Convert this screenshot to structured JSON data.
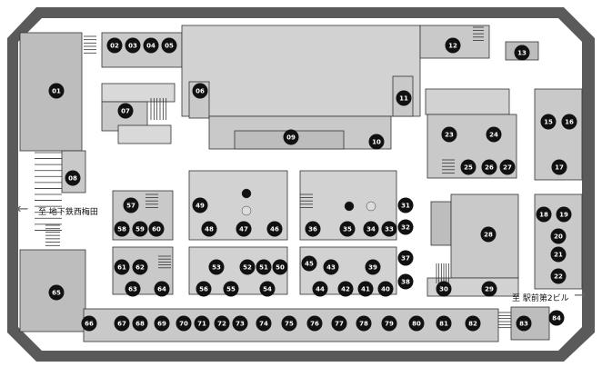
{
  "exits": {
    "left_label": "至 地下鉄西梅田",
    "right_label": "至 駅前第2ビル"
  },
  "shops": [
    {
      "id": "01"
    },
    {
      "id": "02"
    },
    {
      "id": "03"
    },
    {
      "id": "04"
    },
    {
      "id": "05"
    },
    {
      "id": "06"
    },
    {
      "id": "07"
    },
    {
      "id": "08"
    },
    {
      "id": "09"
    },
    {
      "id": "10"
    },
    {
      "id": "11"
    },
    {
      "id": "12"
    },
    {
      "id": "13"
    },
    {
      "id": "15"
    },
    {
      "id": "16"
    },
    {
      "id": "17"
    },
    {
      "id": "18"
    },
    {
      "id": "19"
    },
    {
      "id": "20"
    },
    {
      "id": "21"
    },
    {
      "id": "22"
    },
    {
      "id": "23"
    },
    {
      "id": "24"
    },
    {
      "id": "25"
    },
    {
      "id": "26"
    },
    {
      "id": "27"
    },
    {
      "id": "28"
    },
    {
      "id": "29"
    },
    {
      "id": "30"
    },
    {
      "id": "31"
    },
    {
      "id": "32"
    },
    {
      "id": "33"
    },
    {
      "id": "34"
    },
    {
      "id": "35"
    },
    {
      "id": "36"
    },
    {
      "id": "37"
    },
    {
      "id": "38"
    },
    {
      "id": "39"
    },
    {
      "id": "40"
    },
    {
      "id": "41"
    },
    {
      "id": "42"
    },
    {
      "id": "43"
    },
    {
      "id": "44"
    },
    {
      "id": "45"
    },
    {
      "id": "46"
    },
    {
      "id": "47"
    },
    {
      "id": "48"
    },
    {
      "id": "49"
    },
    {
      "id": "50"
    },
    {
      "id": "51"
    },
    {
      "id": "52"
    },
    {
      "id": "53"
    },
    {
      "id": "54"
    },
    {
      "id": "55"
    },
    {
      "id": "56"
    },
    {
      "id": "57"
    },
    {
      "id": "58"
    },
    {
      "id": "59"
    },
    {
      "id": "60"
    },
    {
      "id": "61"
    },
    {
      "id": "62"
    },
    {
      "id": "63"
    },
    {
      "id": "64"
    },
    {
      "id": "65"
    },
    {
      "id": "66"
    },
    {
      "id": "67"
    },
    {
      "id": "68"
    },
    {
      "id": "69"
    },
    {
      "id": "70"
    },
    {
      "id": "71"
    },
    {
      "id": "72"
    },
    {
      "id": "73"
    },
    {
      "id": "74"
    },
    {
      "id": "75"
    },
    {
      "id": "76"
    },
    {
      "id": "77"
    },
    {
      "id": "78"
    },
    {
      "id": "79"
    },
    {
      "id": "80"
    },
    {
      "id": "81"
    },
    {
      "id": "82"
    },
    {
      "id": "83"
    },
    {
      "id": "84"
    }
  ]
}
